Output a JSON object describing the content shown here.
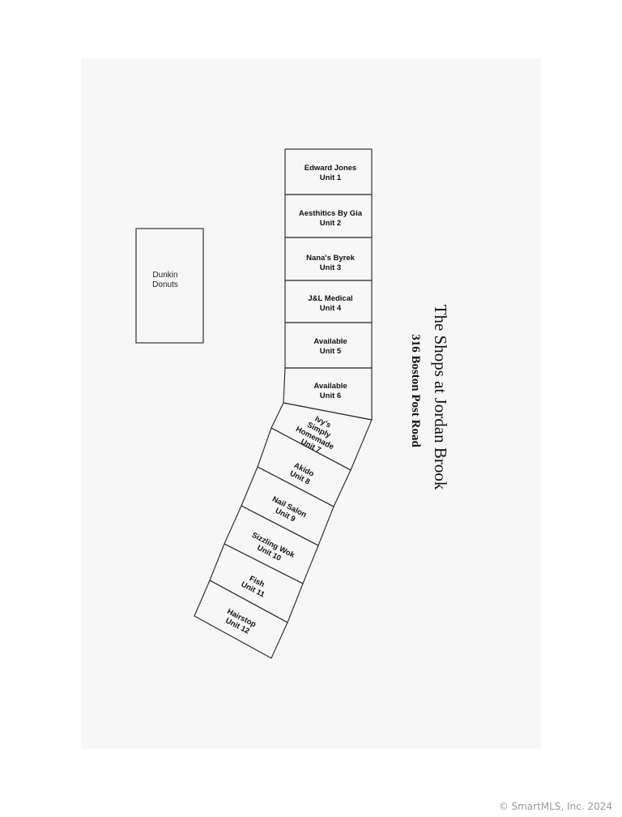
{
  "title": "The Shops at Jordan Brook",
  "address": "316 Boston Post Road",
  "anchor": {
    "name_line1": "Dunkin",
    "name_line2": "Donuts"
  },
  "units": [
    {
      "tenant": "Edward Jones",
      "unit": "Unit 1"
    },
    {
      "tenant": "Aesthitics By Gia",
      "unit": "Unit 2"
    },
    {
      "tenant": "Nana's Byrek",
      "unit": "Unit 3"
    },
    {
      "tenant": "J&L Medical",
      "unit": "Unit 4"
    },
    {
      "tenant": "Available",
      "unit": "Unit 5"
    },
    {
      "tenant": "Available",
      "unit": "Unit 6"
    },
    {
      "tenant_lines": [
        "Ivy's",
        "Simply",
        "Homemade"
      ],
      "unit": "Unit 7"
    },
    {
      "tenant": "Akido",
      "unit": "Unit 8"
    },
    {
      "tenant": "Nail Salon",
      "unit": "Unit 9"
    },
    {
      "tenant": "Sizzling Wok",
      "unit": "Unit 10"
    },
    {
      "tenant": "Fish",
      "unit": "Unit 11"
    },
    {
      "tenant": "Hairstop",
      "unit": "Unit 12"
    }
  ],
  "watermark": "© SmartMLS, Inc. 2024",
  "colors": {
    "line": "#333333",
    "sheet": "#f7f7f7",
    "watermark": "#9a9a9a"
  }
}
